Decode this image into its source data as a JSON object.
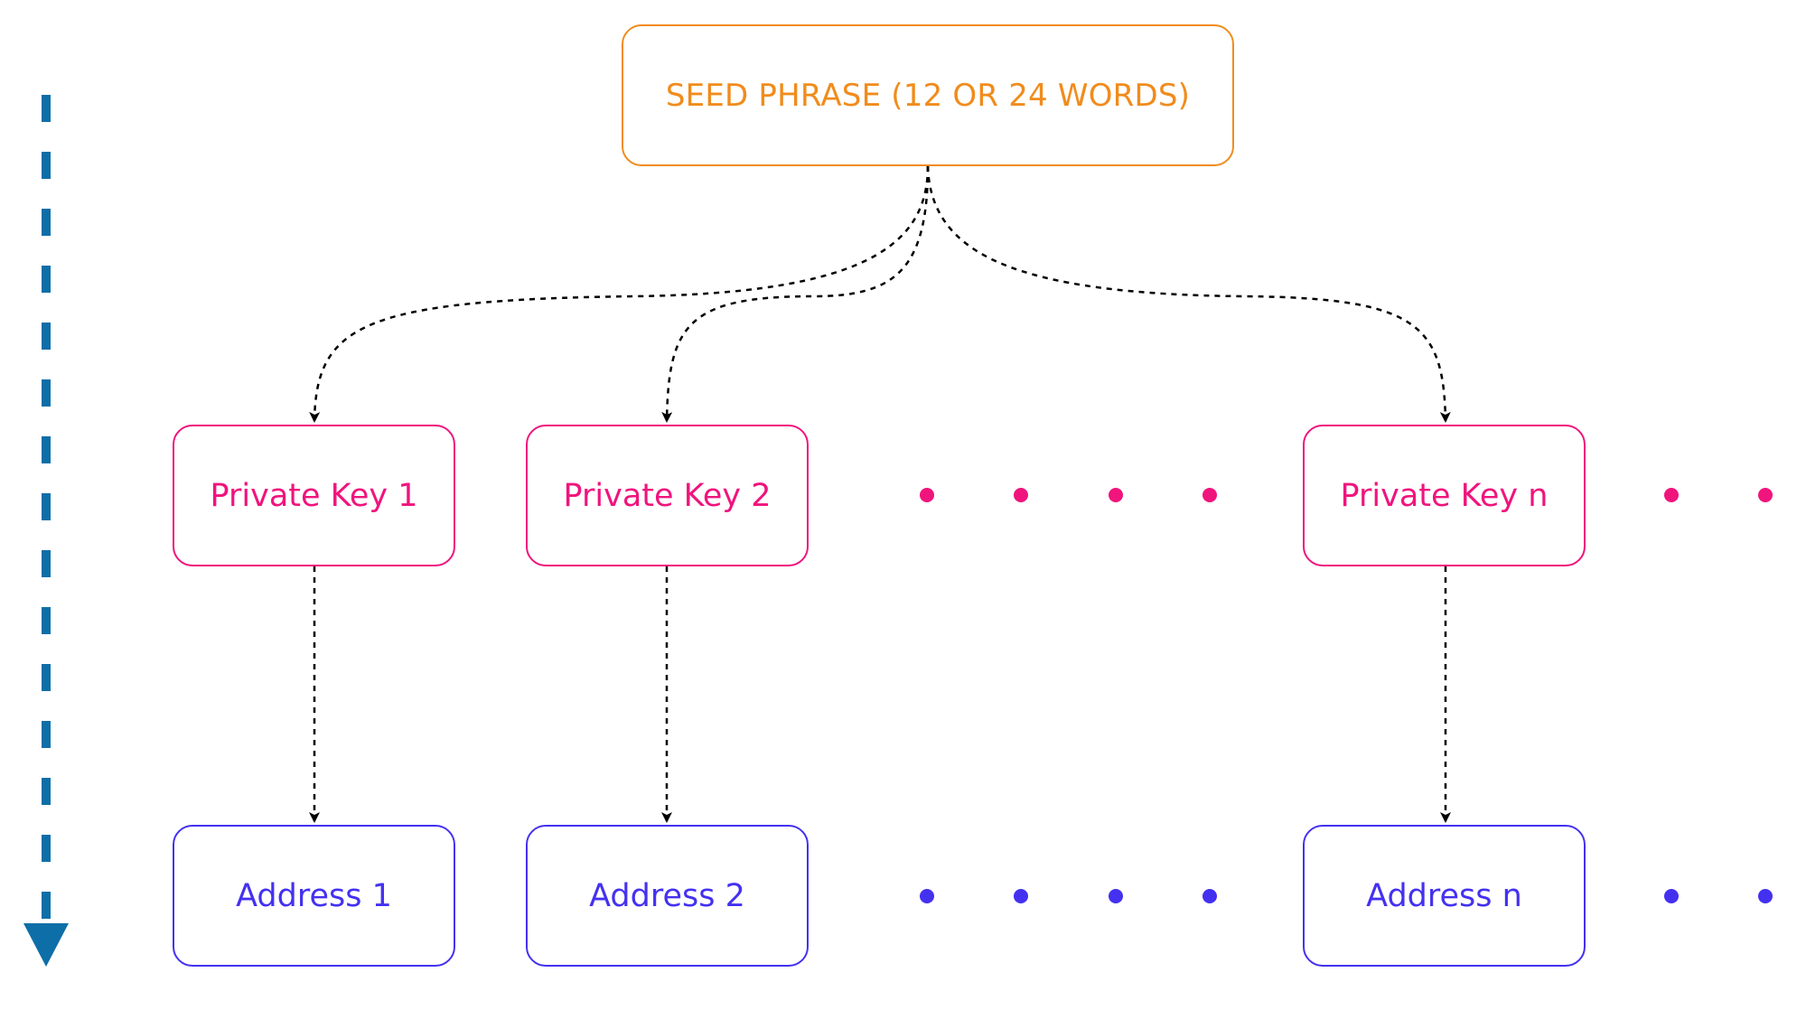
{
  "diagram": {
    "seed": {
      "label": "SEED PHRASE (12 OR 24 WORDS)"
    },
    "private_keys": [
      {
        "label": "Private Key 1"
      },
      {
        "label": "Private Key 2"
      },
      {
        "label": "Private Key n"
      }
    ],
    "addresses": [
      {
        "label": "Address 1"
      },
      {
        "label": "Address 2"
      },
      {
        "label": "Address n"
      }
    ],
    "edges": [
      {
        "from": "SEED PHRASE (12 OR 24 WORDS)",
        "to": "Private Key 1",
        "style": "dashed"
      },
      {
        "from": "SEED PHRASE (12 OR 24 WORDS)",
        "to": "Private Key 2",
        "style": "dashed"
      },
      {
        "from": "SEED PHRASE (12 OR 24 WORDS)",
        "to": "Private Key n",
        "style": "dashed"
      },
      {
        "from": "Private Key 1",
        "to": "Address 1",
        "style": "dashed"
      },
      {
        "from": "Private Key 2",
        "to": "Address 2",
        "style": "dashed"
      },
      {
        "from": "Private Key n",
        "to": "Address n",
        "style": "dashed"
      }
    ],
    "flow_direction": "top-to-bottom"
  },
  "colors": {
    "seed": "#f08c1c",
    "private_key": "#f0147d",
    "address": "#4431f0",
    "connector": "#000000",
    "flow_arrow": "#0e6ea8"
  }
}
